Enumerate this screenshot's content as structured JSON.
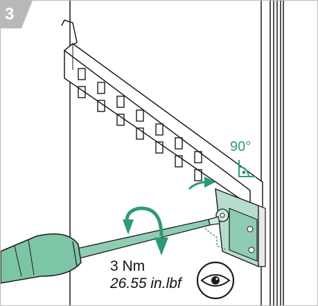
{
  "step": {
    "number": "3"
  },
  "angle": {
    "label": "90°"
  },
  "torque": {
    "metric": "3 Nm",
    "imperial": "26.55 in.lbf"
  },
  "icons": [
    "inspect-eye-icon",
    "right-angle-icon",
    "rotate-arrow-icon",
    "push-arrow-icon"
  ],
  "colors": {
    "accent": "#2e9a74",
    "handle": "#7cc5a5",
    "badge": "#b9b9b9",
    "line": "#1a1a1a"
  }
}
